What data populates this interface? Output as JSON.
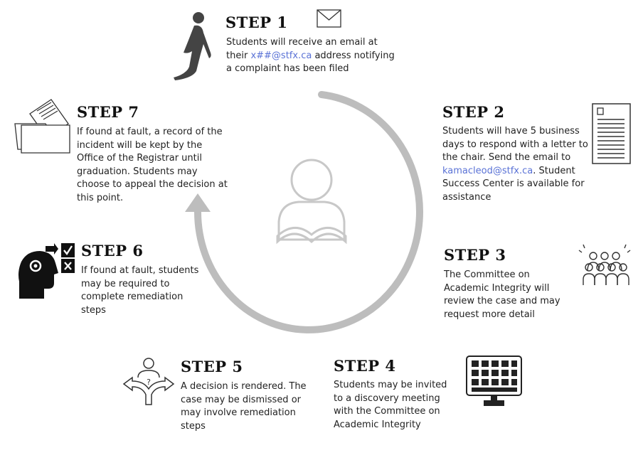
{
  "colors": {
    "arc": "#bdbdbd",
    "link": "#5a72d6",
    "text": "#222222",
    "icon": "#222222"
  },
  "center_icon": "reader-person-icon",
  "steps": [
    {
      "id": 1,
      "title": "STEP 1",
      "icon": "walking-person-icon",
      "icon2": "envelope-icon",
      "text_before": "Students will receive an email at their ",
      "link": "x##@stfx.ca",
      "text_after": " address notifying a complaint has been filed"
    },
    {
      "id": 2,
      "title": "STEP 2",
      "icon": "document-icon",
      "text_before": "Students will have 5 business days to respond with a letter to the chair.  Send the email to ",
      "link": "kamacleod@stfx.ca",
      "text_after": ". Student Success Center is available for assistance"
    },
    {
      "id": 3,
      "title": "STEP 3",
      "icon": "group-people-icon",
      "text": "The Committee on Academic Integrity will review the case and may request more detail"
    },
    {
      "id": 4,
      "title": "STEP 4",
      "icon": "video-conference-icon",
      "text": "Students may be invited to a discovery meeting with the Committee on Academic Integrity"
    },
    {
      "id": 5,
      "title": "STEP 5",
      "icon": "decision-crossroads-icon",
      "text": "A decision is rendered. The case may be dismissed or may involve remediation steps"
    },
    {
      "id": 6,
      "title": "STEP 6",
      "icon": "head-checklist-icon",
      "text": "If found at fault, students may be required to complete remediation steps"
    },
    {
      "id": 7,
      "title": "STEP 7",
      "icon": "file-folder-icon",
      "text": "If found at fault, a record of the incident will be kept by the Office of the Registrar until graduation.  Students may choose to appeal the decision at this point."
    }
  ]
}
